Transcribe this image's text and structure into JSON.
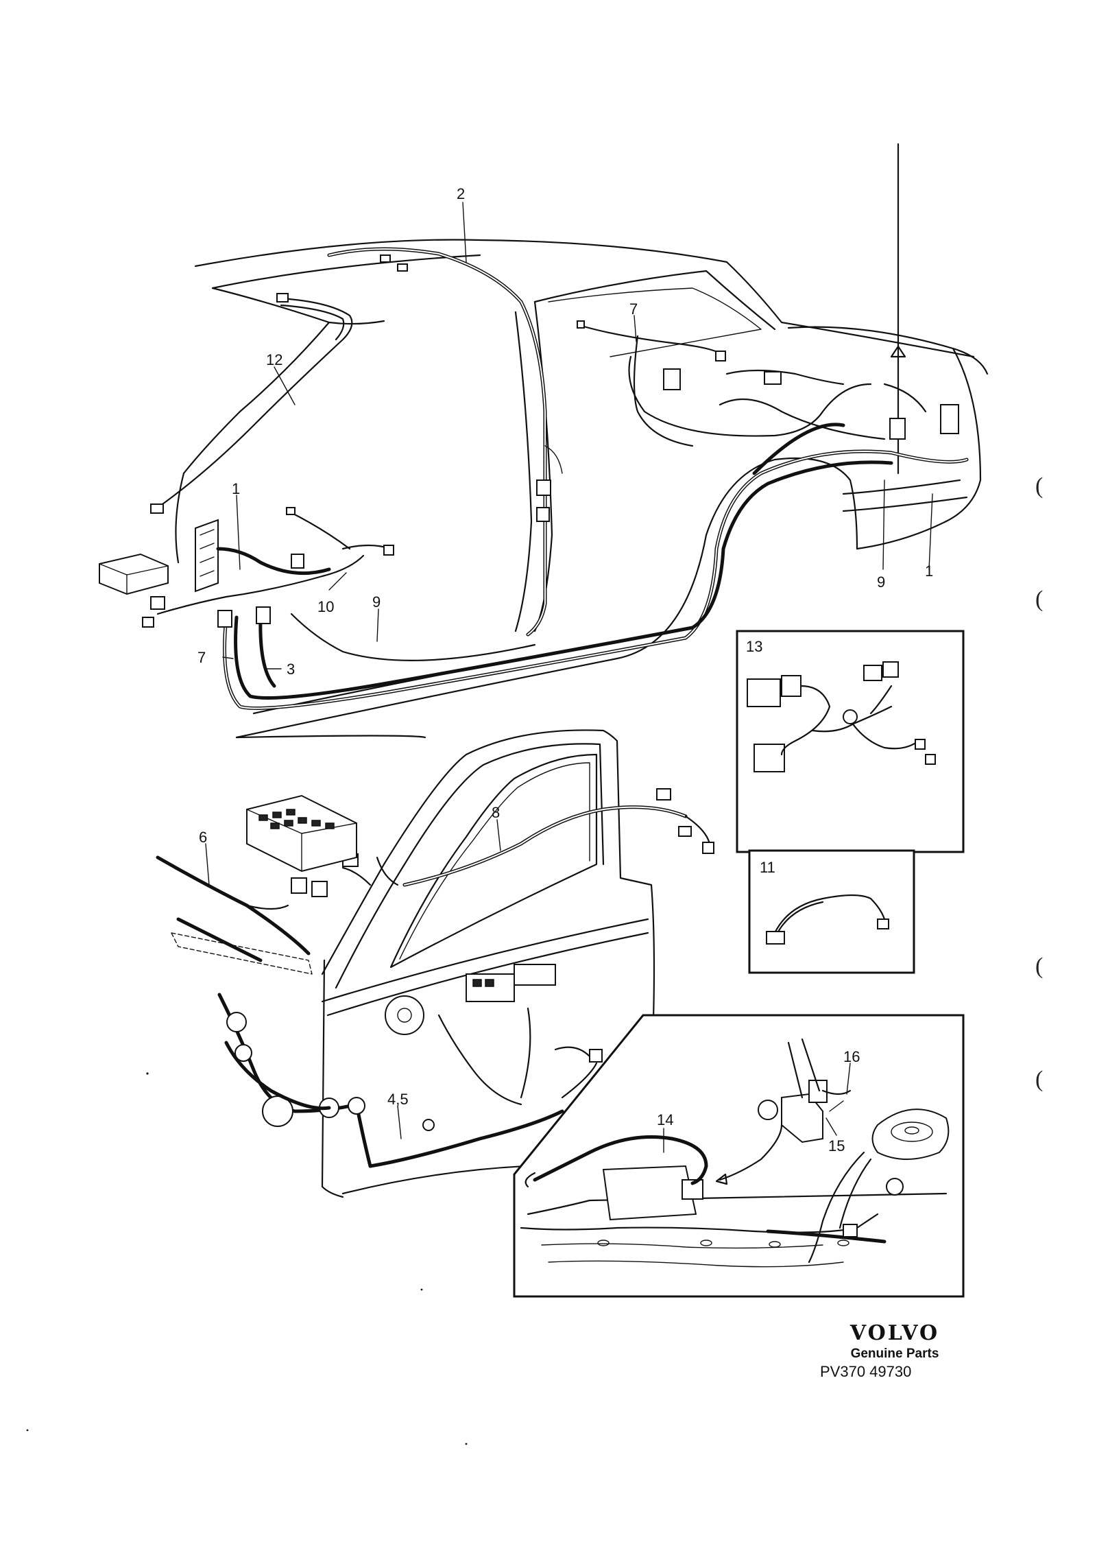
{
  "diagram": {
    "callouts": {
      "c1_left": "1",
      "c1_right": "1",
      "c2": "2",
      "c3": "3",
      "c45": "4,5",
      "c6": "6",
      "c7_left": "7",
      "c7_top": "7",
      "c8": "8",
      "c9_left": "9",
      "c9_right": "9",
      "c10": "10",
      "c11": "11",
      "c12": "12",
      "c13": "13",
      "c14": "14",
      "c15": "15",
      "c16": "16"
    }
  },
  "footer": {
    "brand": "VOLVO",
    "genuine": "Genuine Parts",
    "reference": "PV370  49730"
  },
  "margin_marks": [
    "(",
    "(",
    "(",
    "("
  ]
}
